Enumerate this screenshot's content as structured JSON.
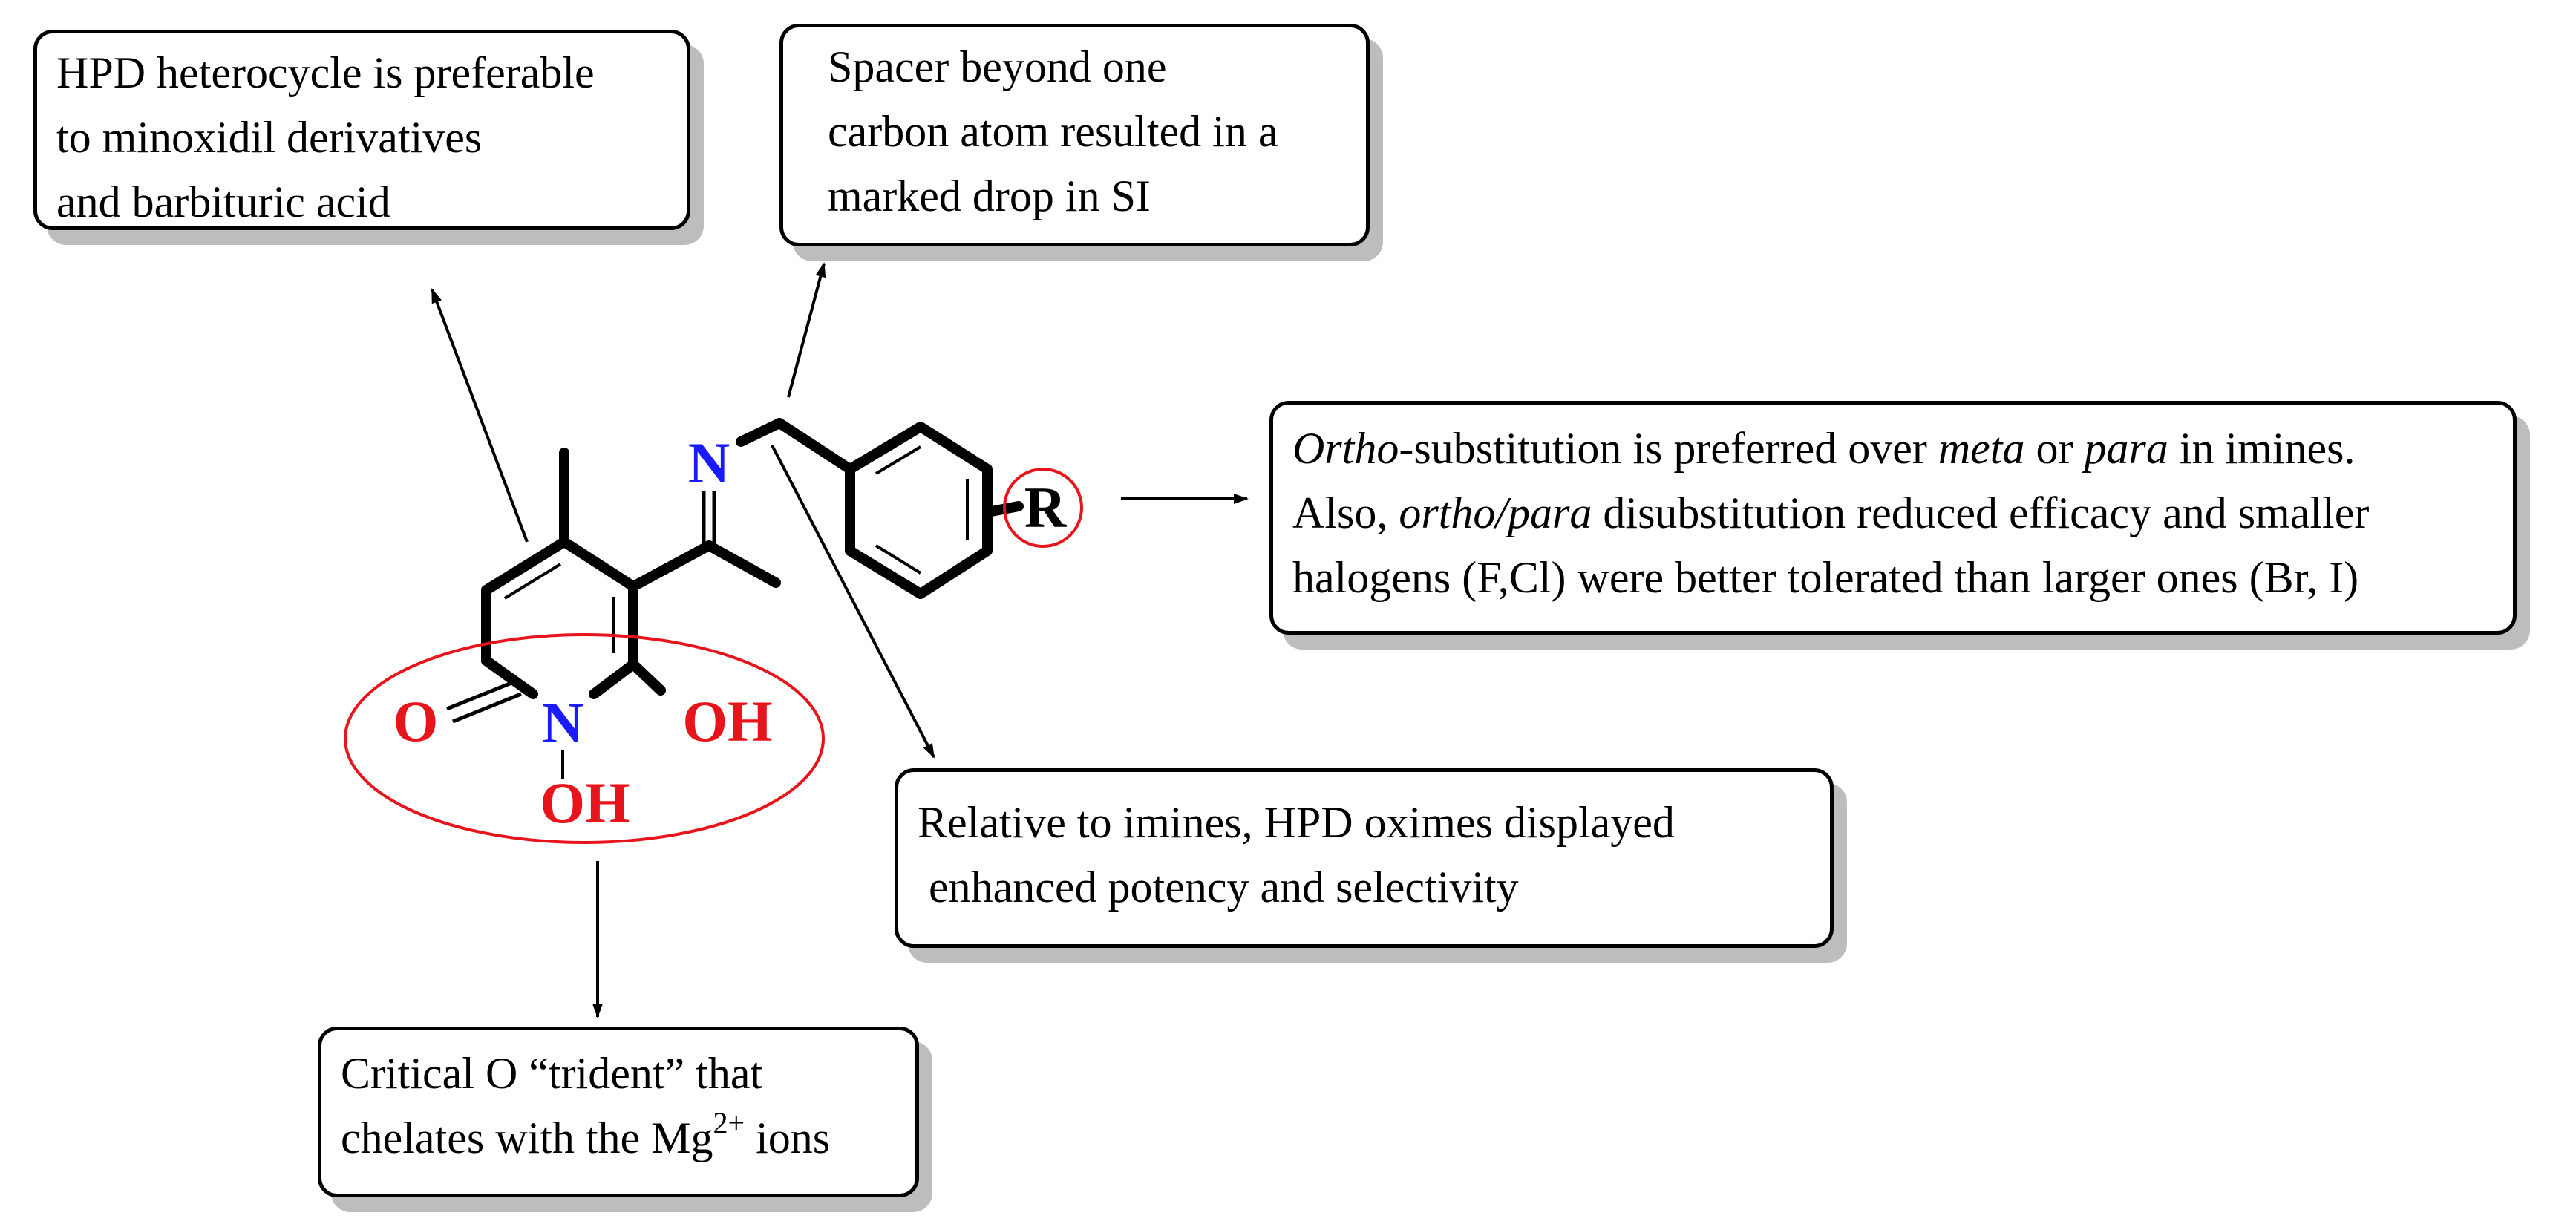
{
  "notes": {
    "hpd": [
      "HPD heterocycle is preferable",
      "to minoxidil derivatives",
      "and barbituric acid"
    ],
    "spacer": [
      "Spacer beyond one",
      "carbon atom resulted in a",
      "marked drop in SI"
    ],
    "ortho": {
      "line1": {
        "a_italic": "Ortho",
        "b": "-substitution is preferred over ",
        "c_italic": "meta",
        "d": " or ",
        "e_italic": "para",
        "f": " in imines."
      },
      "line2": {
        "a": "Also, ",
        "b_italic": "ortho/para",
        "c": " disubstitution reduced efficacy and smaller"
      },
      "line3": "halogens (F,Cl) were better tolerated than larger ones (Br, I)"
    },
    "oxime": [
      "Relative to imines, HPD oximes displayed",
      " enhanced potency and selectivity"
    ],
    "trident": {
      "line1": "Critical O “trident” that",
      "line2_pre": "chelates with the Mg",
      "line2_sup": "2+",
      "line2_post": " ions"
    }
  },
  "atoms": {
    "imine_n": "N",
    "ring_n": "N",
    "carbonyl_o": "O",
    "hydroxyl": "OH",
    "n_hydroxyl": "OH",
    "substituent": "R"
  },
  "colors": {
    "highlight": "#e8141b",
    "nitrogen": "#1a1aff",
    "oxygen": "#e8141b",
    "shadow": "#bdbdbd"
  }
}
